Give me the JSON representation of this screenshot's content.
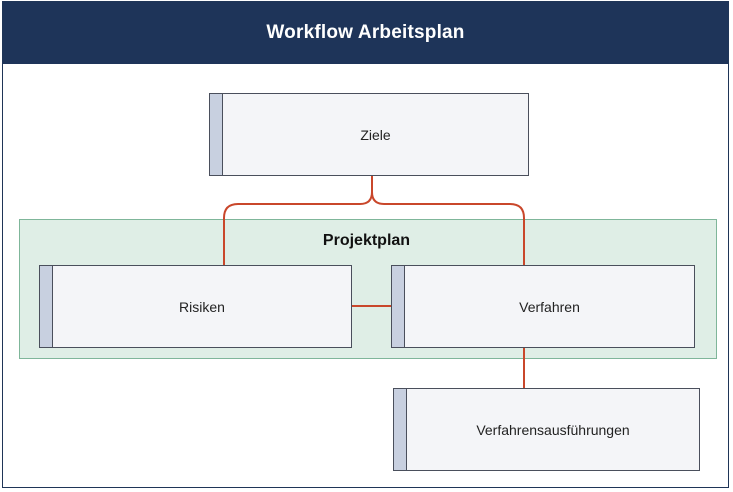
{
  "header": {
    "title": "Workflow Arbeitsplan"
  },
  "group": {
    "title": "Projektplan"
  },
  "nodes": {
    "ziele": "Ziele",
    "risiken": "Risiken",
    "verfahren": "Verfahren",
    "verfahrensausfuehrungen": "Verfahrensausführungen"
  },
  "colors": {
    "header": "#1e3459",
    "group_fill": "#dfeee6",
    "group_border": "#7fb69a",
    "connector": "#c9472b",
    "node_fill": "#f4f5f8",
    "node_bar": "#c8d0e0"
  }
}
